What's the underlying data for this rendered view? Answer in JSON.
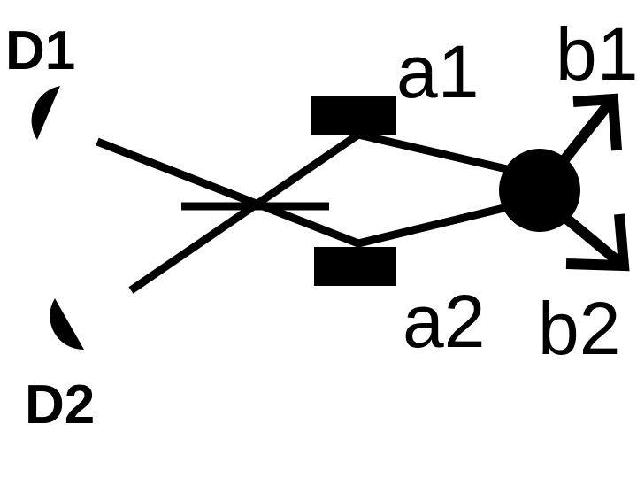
{
  "labels": {
    "detector_1": "D1",
    "detector_2": "D2",
    "path_a1": "a1",
    "path_a2": "a2",
    "output_b1": "b1",
    "output_b2": "b2"
  },
  "colors": {
    "ink": "#000000",
    "background": "#ffffff"
  }
}
